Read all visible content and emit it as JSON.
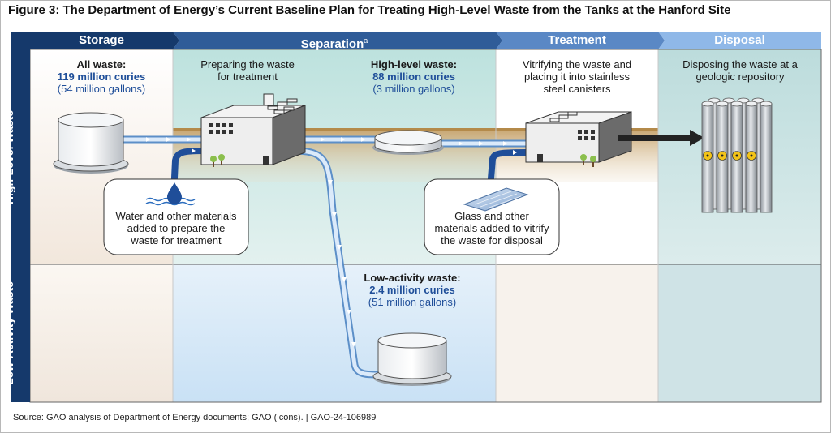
{
  "title": "Figure 3: The Department of Energy’s Current Baseline Plan for Treating High-Level Waste from the Tanks at the Hanford Site",
  "stages": [
    {
      "label": "Storage",
      "color": "#15396b"
    },
    {
      "label": "Separation",
      "sup": "a",
      "color": "#2f5c98"
    },
    {
      "label": "Treatment",
      "color": "#5a88c5"
    },
    {
      "label": "Disposal",
      "color": "#8fb8e8"
    }
  ],
  "rows": {
    "high": "High-Level Waste",
    "low": "Low-Activity Waste"
  },
  "storage": {
    "head": "All waste:",
    "curies": "119 million curies",
    "gallons": "(54 million gallons)"
  },
  "preparing": {
    "line1": "Preparing the waste",
    "line2": "for treatment"
  },
  "high_level": {
    "head": "High-level waste:",
    "curies": "88 million curies",
    "gallons": "(3 million gallons)"
  },
  "vitrify": {
    "line1": "Vitrifying the waste and",
    "line2": "placing it into stainless",
    "line3": "steel canisters"
  },
  "disposing": {
    "line1": "Disposing the waste at a",
    "line2": "geologic repository"
  },
  "water_callout": {
    "line1": "Water and other materials",
    "line2": "added to prepare the",
    "line3": "waste for treatment"
  },
  "glass_callout": {
    "line1": "Glass and other",
    "line2": "materials added to vitrify",
    "line3": "the waste for disposal"
  },
  "low_activity": {
    "head": "Low-activity waste:",
    "curies": "2.4 million curies",
    "gallons": "(51 million gallons)"
  },
  "source": "Source: GAO analysis of Department of Energy documents; GAO (icons).  |  GAO-24-106989",
  "colors": {
    "pipe": "#9ec4ec",
    "pipe_dark": "#1f4e99",
    "ground": "#c9a773"
  }
}
